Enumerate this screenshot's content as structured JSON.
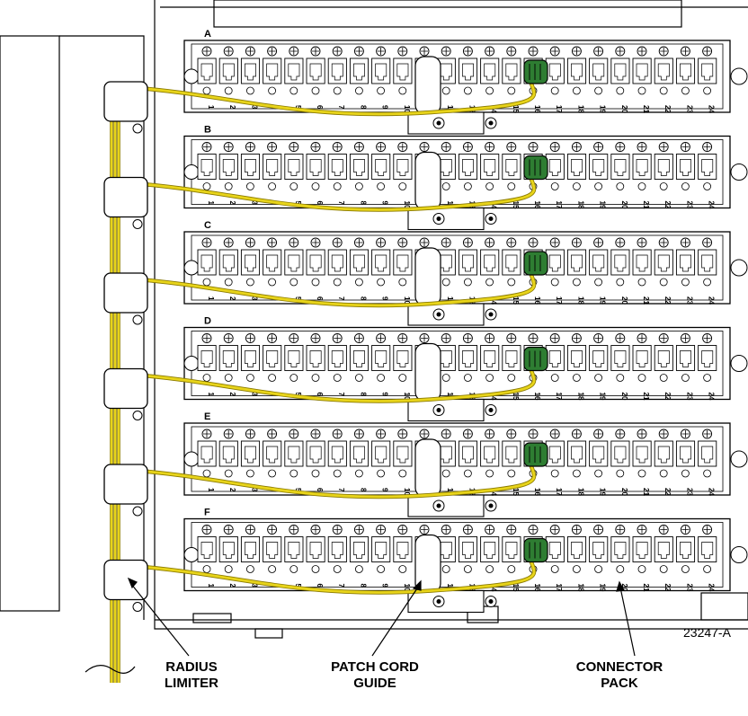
{
  "figure_number": "23247-A",
  "row_labels": [
    "A",
    "B",
    "C",
    "D",
    "E",
    "F"
  ],
  "port_numbers": [
    "1",
    "2",
    "3",
    "4",
    "5",
    "6",
    "7",
    "8",
    "9",
    "10",
    "11",
    "12",
    "13",
    "14",
    "15",
    "16",
    "17",
    "18",
    "19",
    "20",
    "21",
    "22",
    "23",
    "24"
  ],
  "callouts": {
    "radius_limiter": {
      "line1": "RADIUS",
      "line2": "LIMITER"
    },
    "patch_cord_guide": {
      "line1": "PATCH CORD",
      "line2": "GUIDE"
    },
    "connector_pack": {
      "line1": "CONNECTOR",
      "line2": "PACK"
    }
  },
  "colors": {
    "line": "#000000",
    "cable": "#e8d41a",
    "cable_edge": "#8a7a00",
    "plug": "#2e7d32",
    "panel": "#ffffff"
  }
}
